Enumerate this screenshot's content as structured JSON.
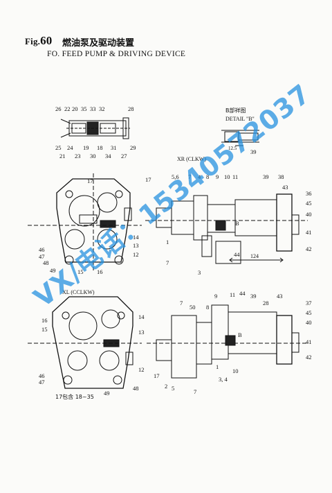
{
  "header": {
    "fig_prefix": "Fig.",
    "fig_number": "60",
    "title_cn": "燃油泵及驱动装置",
    "title_en": "FO. FEED PUMP & DRIVING DEVICE"
  },
  "views": {
    "detail_b_title_cn": "B部祥图",
    "detail_b_title_en": "DETAIL \"B\"",
    "xr_label": "XR (CLKW)",
    "xl_label": "XL (CCLKW)",
    "includes_note": "17包含 18~35",
    "dim_124": "124",
    "dim_12_5": "12.5"
  },
  "callouts": {
    "top_nums": [
      "26",
      "22",
      "20",
      "35",
      "33",
      "32",
      "28"
    ],
    "bottom_nums_1": [
      "25",
      "24",
      "19",
      "18",
      "31",
      "29"
    ],
    "bottom_nums_2": [
      "21",
      "23",
      "30",
      "34",
      "27"
    ],
    "front_top": [
      "17"
    ],
    "front_right": [
      "14",
      "13",
      "12"
    ],
    "front_left": [
      "46",
      "47",
      "48",
      "49"
    ],
    "front_bottom": [
      "15",
      "16"
    ],
    "xr_top": [
      "17",
      "5,6",
      "7",
      "4",
      "8",
      "9",
      "10",
      "11",
      "39",
      "38",
      "43"
    ],
    "xr_right": [
      "36",
      "45",
      "40",
      "41",
      "42"
    ],
    "xr_misc": [
      "1",
      "7",
      "3",
      "44",
      "B"
    ],
    "xl_front": [
      "16",
      "15",
      "14",
      "13",
      "12",
      "46",
      "47",
      "48",
      "49"
    ],
    "bottom_side_top": [
      "7",
      "50",
      "8",
      "9",
      "11",
      "44",
      "39",
      "28",
      "43",
      "37",
      "45",
      "40",
      "41",
      "42"
    ],
    "bottom_side_low": [
      "17",
      "2",
      "5",
      "7",
      "10",
      "3, 4",
      "1",
      "B"
    ],
    "detail_b": [
      "39"
    ]
  },
  "watermark": "VX/电话：15340572037"
}
